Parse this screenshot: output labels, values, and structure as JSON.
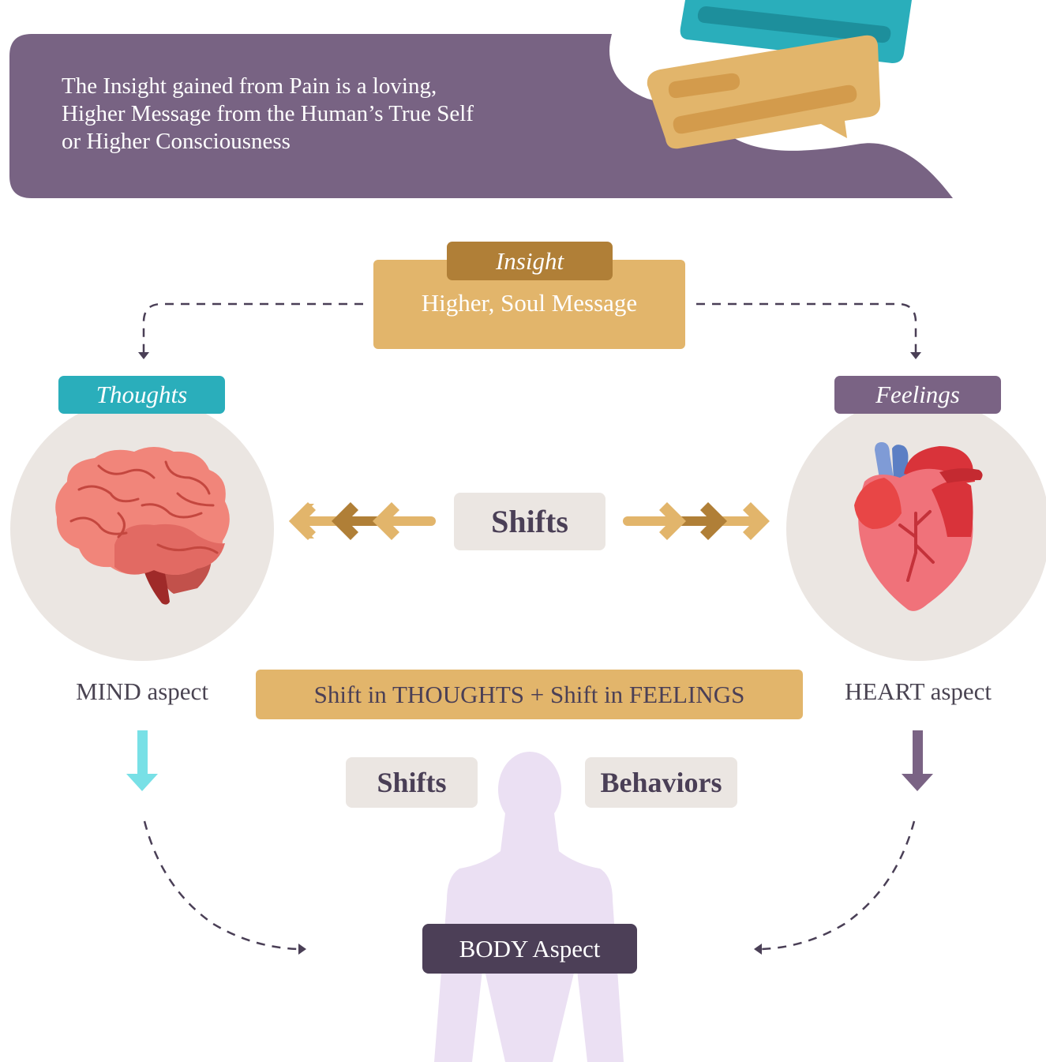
{
  "banner": {
    "line1": "The Insight gained from Pain is a loving,",
    "line2": "Higher Message from the Human’s True Self",
    "line3": "or Higher Consciousness"
  },
  "insight": {
    "tag": "Insight",
    "message": "Higher, Soul Message"
  },
  "mind": {
    "tag": "Thoughts",
    "aspect": "MIND aspect",
    "icon": "brain-icon"
  },
  "heart": {
    "tag": "Feelings",
    "aspect": "HEART aspect",
    "icon": "heart-organ-icon"
  },
  "center_shift": "Shifts",
  "combined": "Shift in THOUGHTS + Shift in FEELINGS",
  "body": {
    "shifts": "Shifts",
    "behaviors": "Behaviors",
    "aspect": "BODY Aspect"
  },
  "colors": {
    "banner_purple": "#786383",
    "gold": "#e2b56b",
    "dark_gold": "#b07f37",
    "teal": "#2aaebb",
    "mauve": "#7a6384",
    "body_lavender": "#ebe0f3",
    "dark_purple": "#4c3f57"
  }
}
